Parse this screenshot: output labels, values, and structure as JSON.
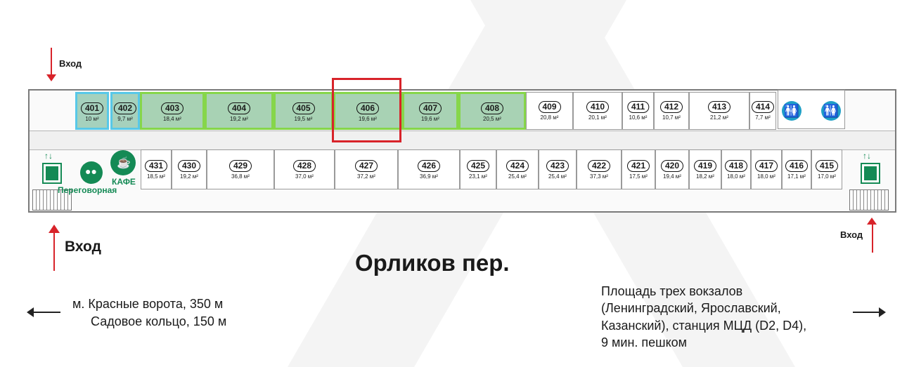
{
  "entrances": {
    "top_left": "Вход",
    "bottom_left": "Вход",
    "right": "Вход"
  },
  "street": "Орликов пер.",
  "directions": {
    "left_line1": "м. Красные ворота, 350 м",
    "left_line2": "Садовое кольцо, 150 м",
    "right_line1": "Площадь трех вокзалов",
    "right_line2": "(Ленинградский, Ярославский,",
    "right_line3": "Казанский), станция МЦД (D2, D4),",
    "right_line4": "9 мин. пешком"
  },
  "amenities": {
    "cafe_label": "КАФЕ",
    "meeting_label": "Переговорная"
  },
  "colors": {
    "highlight": "#d8232a",
    "accent_green": "#148a55",
    "free_border_blue": "#58c8e8",
    "free_border_green": "#86d64a",
    "wc_blue": "#1fa0c6"
  },
  "selected_office": "406",
  "top_rooms": [
    {
      "num": "401",
      "area": "10 м²",
      "status": "available-blue"
    },
    {
      "num": "402",
      "area": "9,7 м²",
      "status": "available-blue"
    },
    {
      "num": "403",
      "area": "18,4 м²",
      "status": "available-green"
    },
    {
      "num": "404",
      "area": "19,2 м²",
      "status": "available-green"
    },
    {
      "num": "405",
      "area": "19,5 м²",
      "status": "available-green"
    },
    {
      "num": "406",
      "area": "19,6 м²",
      "status": "available-green"
    },
    {
      "num": "407",
      "area": "19,6 м²",
      "status": "available-green"
    },
    {
      "num": "408",
      "area": "20,5 м²",
      "status": "available-green"
    },
    {
      "num": "409",
      "area": "20,8 м²",
      "status": "occupied"
    },
    {
      "num": "410",
      "area": "20,1 м²",
      "status": "occupied"
    },
    {
      "num": "411",
      "area": "10,6 м²",
      "status": "occupied"
    },
    {
      "num": "412",
      "area": "10,7 м²",
      "status": "occupied"
    },
    {
      "num": "413",
      "area": "21,2 м²",
      "status": "occupied"
    },
    {
      "num": "414",
      "area": "7,7 м²",
      "status": "occupied"
    }
  ],
  "bottom_rooms": [
    {
      "num": "431",
      "area": "18,5 м²"
    },
    {
      "num": "430",
      "area": "19,2 м²"
    },
    {
      "num": "429",
      "area": "36,8 м²"
    },
    {
      "num": "428",
      "area": "37,0 м²"
    },
    {
      "num": "427",
      "area": "37,2 м²"
    },
    {
      "num": "426",
      "area": "36,9 м²"
    },
    {
      "num": "425",
      "area": "23,1 м²"
    },
    {
      "num": "424",
      "area": "25,4 м²"
    },
    {
      "num": "423",
      "area": "25,4 м²"
    },
    {
      "num": "422",
      "area": "37,3 м²"
    },
    {
      "num": "421",
      "area": "17,5 м²"
    },
    {
      "num": "420",
      "area": "19,4 м²"
    },
    {
      "num": "419",
      "area": "18,2 м²"
    },
    {
      "num": "418",
      "area": "18,0 м²"
    },
    {
      "num": "417",
      "area": "18,0 м²"
    },
    {
      "num": "416",
      "area": "17,1 м²"
    },
    {
      "num": "415",
      "area": "17,0 м²"
    }
  ]
}
